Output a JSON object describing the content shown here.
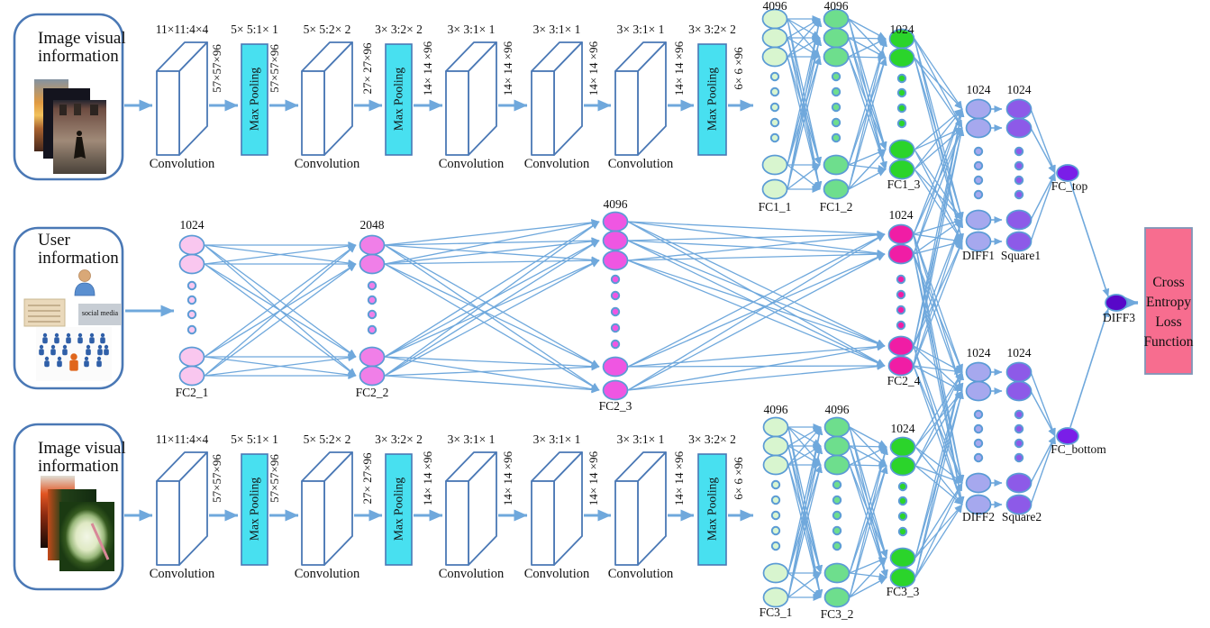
{
  "colors": {
    "line": "#6fa8dc",
    "node_stroke": "#5b9bd5",
    "conv_stroke": "#4a78b5",
    "pool_fill": "#48e0f0",
    "box_border": "#4a78b5",
    "fc1_light": "#d8f5cf",
    "fc1_mid": "#6ede8d",
    "fc1_bright": "#2bd42b",
    "fc2_light": "#f9c7ef",
    "fc2_mid": "#f07fe8",
    "fc2_strong": "#ef56e2",
    "fc2_deep": "#f01da5",
    "diff_fill": "#a6a8ee",
    "square_fill": "#8d5ae8",
    "fc_out": "#7a1ee8",
    "diff3_fill": "#5808c8",
    "loss_fill": "#f76d8f",
    "loss_border": "#8096b8",
    "loss_text": "#8b1a1a",
    "text": "#101010"
  },
  "branches": {
    "image_top": {
      "title_lines": [
        "Image visual",
        "information"
      ],
      "stages": [
        {
          "type": "conv",
          "kernel": "11×11:4×4",
          "caption": "Convolution"
        },
        {
          "type": "dim",
          "label": "57×57×96"
        },
        {
          "type": "pool",
          "kernel": "5× 5:1× 1",
          "caption": "Max Pooling"
        },
        {
          "type": "dim",
          "label": "57×57×96"
        },
        {
          "type": "conv",
          "kernel": "5× 5:2× 2",
          "caption": "Convolution"
        },
        {
          "type": "dim",
          "label": "27× 27×96"
        },
        {
          "type": "pool",
          "kernel": "3× 3:2× 2",
          "caption": "Max Pooling"
        },
        {
          "type": "dim",
          "label": "14× 14 ×96"
        },
        {
          "type": "conv",
          "kernel": "3× 3:1× 1",
          "caption": "Convolution"
        },
        {
          "type": "dim",
          "label": "14× 14 ×96"
        },
        {
          "type": "conv",
          "kernel": "3× 3:1× 1",
          "caption": "Convolution"
        },
        {
          "type": "dim",
          "label": "14× 14 ×96"
        },
        {
          "type": "conv",
          "kernel": "3× 3:1× 1",
          "caption": "Convolution"
        },
        {
          "type": "dim",
          "label": "14× 14 ×96"
        },
        {
          "type": "pool",
          "kernel": "3× 3:2× 2",
          "caption": "Max Pooling"
        },
        {
          "type": "dim",
          "label": "6× 6 ×96"
        }
      ]
    },
    "user": {
      "title_lines": [
        "User",
        "information"
      ],
      "social_icon_label": "social media"
    },
    "image_bottom": {
      "title_lines": [
        "Image visual",
        "information"
      ],
      "stages": [
        {
          "type": "conv",
          "kernel": "11×11:4×4",
          "caption": "Convolution"
        },
        {
          "type": "dim",
          "label": "57×57×96"
        },
        {
          "type": "pool",
          "kernel": "5× 5:1× 1",
          "caption": "Max Pooling"
        },
        {
          "type": "dim",
          "label": "57×57×96"
        },
        {
          "type": "conv",
          "kernel": "5× 5:2× 2",
          "caption": "Convolution"
        },
        {
          "type": "dim",
          "label": "27× 27×96"
        },
        {
          "type": "pool",
          "kernel": "3× 3:2× 2",
          "caption": "Max Pooling"
        },
        {
          "type": "dim",
          "label": "14× 14 ×96"
        },
        {
          "type": "conv",
          "kernel": "3× 3:1× 1",
          "caption": "Convolution"
        },
        {
          "type": "dim",
          "label": "14× 14 ×96"
        },
        {
          "type": "conv",
          "kernel": "3× 3:1× 1",
          "caption": "Convolution"
        },
        {
          "type": "dim",
          "label": "14× 14 ×96"
        },
        {
          "type": "conv",
          "kernel": "3× 3:1× 1",
          "caption": "Convolution"
        },
        {
          "type": "dim",
          "label": "14× 14 ×96"
        },
        {
          "type": "pool",
          "kernel": "3× 3:2× 2",
          "caption": "Max Pooling"
        },
        {
          "type": "dim",
          "label": "6× 6 ×96"
        }
      ]
    }
  },
  "columns": [
    {
      "id": "FC1_1",
      "label": "FC1_1",
      "size": "4096",
      "color_key": "fc1_light"
    },
    {
      "id": "FC1_2",
      "label": "FC1_2",
      "size": "4096",
      "color_key": "fc1_mid"
    },
    {
      "id": "FC1_3",
      "label": "FC1_3",
      "size": "1024",
      "color_key": "fc1_bright"
    },
    {
      "id": "FC2_1",
      "label": "FC2_1",
      "size": "1024",
      "color_key": "fc2_light"
    },
    {
      "id": "FC2_2",
      "label": "FC2_2",
      "size": "2048",
      "color_key": "fc2_mid"
    },
    {
      "id": "FC2_3",
      "label": "FC2_3",
      "size": "4096",
      "color_key": "fc2_strong"
    },
    {
      "id": "FC2_4",
      "label": "FC2_4",
      "size": "1024",
      "color_key": "fc2_deep"
    },
    {
      "id": "FC3_1",
      "label": "FC3_1",
      "size": "4096",
      "color_key": "fc1_light"
    },
    {
      "id": "FC3_2",
      "label": "FC3_2",
      "size": "4096",
      "color_key": "fc1_mid"
    },
    {
      "id": "FC3_3",
      "label": "FC3_3",
      "size": "1024",
      "color_key": "fc1_bright"
    },
    {
      "id": "DIFF1",
      "label": "DIFF1",
      "size": "1024",
      "color_key": "diff_fill"
    },
    {
      "id": "Square1",
      "label": "Square1",
      "size": "1024",
      "color_key": "square_fill"
    },
    {
      "id": "DIFF2",
      "label": "DIFF2",
      "size": "1024",
      "color_key": "diff_fill"
    },
    {
      "id": "Square2",
      "label": "Square2",
      "size": "1024",
      "color_key": "square_fill"
    }
  ],
  "single_nodes": [
    {
      "id": "FC_top",
      "label": "FC_top",
      "color_key": "fc_out"
    },
    {
      "id": "FC_bottom",
      "label": "FC_bottom",
      "color_key": "fc_out"
    },
    {
      "id": "DIFF3",
      "label": "DIFF3",
      "color_key": "diff3_fill"
    }
  ],
  "loss_box": {
    "lines": [
      "Cross",
      "Entropy",
      "Loss",
      "Function"
    ]
  }
}
